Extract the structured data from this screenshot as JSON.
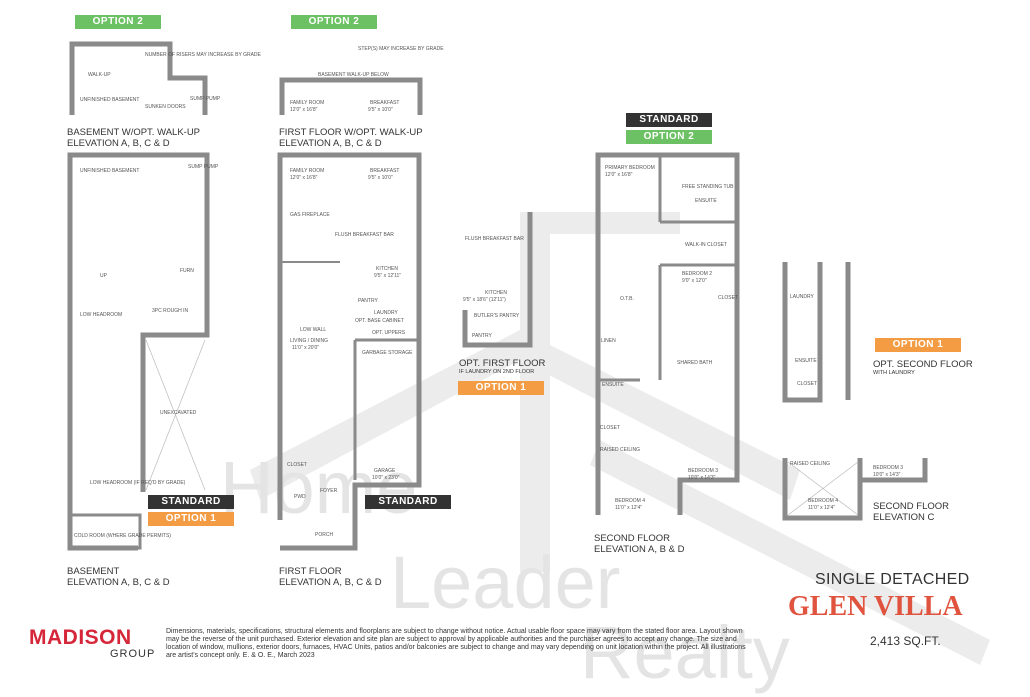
{
  "badges": {
    "option1": "OPTION 1",
    "option2": "OPTION 2",
    "standard": "STANDARD"
  },
  "watermark": {
    "line1": "Home",
    "line2": "Leader",
    "line3": "Realty"
  },
  "plans": {
    "basement_walkup": {
      "title": "BASEMENT W/OPT. WALK-UP",
      "subtitle": "ELEVATION A, B, C & D",
      "rooms": [
        "WALK-UP",
        "UNFINISHED BASEMENT",
        "NUMBER OF RISERS MAY INCREASE BY GRADE",
        "SUNKEN DOORS",
        "SUMP PUMP"
      ]
    },
    "first_walkup": {
      "title": "FIRST FLOOR W/OPT. WALK-UP",
      "subtitle": "ELEVATION A, B, C & D",
      "rooms": [
        "BASEMENT WALK-UP BELOW",
        "FAMILY ROOM",
        "12'0\" x 16'8\"",
        "BREAKFAST",
        "9'5\" x 10'0\"",
        "STEP(S) MAY INCREASE BY GRADE"
      ]
    },
    "basement": {
      "title": "BASEMENT",
      "subtitle": "ELEVATION A, B, C & D",
      "rooms": [
        "UNFINISHED BASEMENT",
        "SUMP PUMP",
        "FURN",
        "3PC ROUGH IN",
        "LOW HEADROOM",
        "UNEXCAVATED",
        "LOW HEADROOM (IF REQ'D BY GRADE)",
        "COLD ROOM (WHERE GRADE PERMITS)",
        "UP"
      ]
    },
    "first": {
      "title": "FIRST FLOOR",
      "subtitle": "ELEVATION A, B, C & D",
      "rooms": [
        "FAMILY ROOM",
        "12'0\" x 16'8\"",
        "BREAKFAST",
        "9'5\" x 10'0\"",
        "GAS FIREPLACE",
        "KITCHEN",
        "9'5\" x 12'11\"",
        "PANTRY",
        "LAUNDRY",
        "OPT. BASE CABINET",
        "OPT. UPPERS",
        "LIVING / DINING",
        "11'0\" x 20'0\"",
        "LOW WALL",
        "GARBAGE STORAGE",
        "GARAGE",
        "10'0\" x 23'0\"",
        "FOYER",
        "PWD",
        "CLOSET",
        "PORCH",
        "FLUSH BREAKFAST BAR"
      ]
    },
    "opt_first": {
      "title": "OPT. FIRST FLOOR",
      "subtitle": "IF LAUNDRY ON 2ND FLOOR",
      "rooms": [
        "KITCHEN",
        "9'5\" x 18'6\" (12'11\")",
        "BUTLER'S PANTRY",
        "PANTRY",
        "FLUSH BREAKFAST BAR"
      ]
    },
    "second": {
      "title": "SECOND FLOOR",
      "subtitle": "ELEVATION A, B & D",
      "rooms": [
        "PRIMARY BEDROOM",
        "12'0\" x 16'8\"",
        "FREE STANDING TUB",
        "ENSUITE",
        "WALK-IN CLOSET",
        "BEDROOM 2",
        "9'0\" x 12'0\"",
        "CLOSET",
        "O.T.B.",
        "LINEN",
        "SHARED BATH",
        "ENSUITE",
        "CLOSET",
        "RAISED CEILING",
        "BEDROOM 3",
        "10'0\" x 14'3\"",
        "BEDROOM 4",
        "11'0\" x 12'4\""
      ]
    },
    "opt_second": {
      "title": "OPT. SECOND FLOOR",
      "subtitle": "WITH LAUNDRY",
      "rooms": [
        "LAUNDRY",
        "ENSUITE",
        "CLOSET"
      ]
    },
    "second_c": {
      "title": "SECOND FLOOR",
      "subtitle": "ELEVATION C",
      "rooms": [
        "RAISED CEILING",
        "BEDROOM 3",
        "10'0\" x 14'3\"",
        "BEDROOM 4",
        "11'0\" x 12'4\""
      ]
    }
  },
  "model": {
    "type": "SINGLE DETACHED",
    "name": "GLEN VILLA",
    "area": "2,413 SQ.FT."
  },
  "brand": {
    "name": "MADISON",
    "sub": "GROUP"
  },
  "disclaimer": "Dimensions, materials, specifications, structural elements and floorplans are subject to change without notice. Actual usable floor space may vary from the stated floor area. Layout shown may be the reverse of the unit purchased. Exterior elevation and site plan are subject to approval by applicable authorities and the purchaser agrees to accept any change. The size and location of window, mullions, exterior doors, furnaces, HVAC Units, patios and/or balconies are subject to change and may vary depending on unit location within the project. All illustrations are artist's concept only. E. & O. E., March 2023",
  "colors": {
    "green": "#6cc164",
    "orange": "#f39c44",
    "dark": "#333333",
    "red": "#e0533f",
    "brand_red": "#d6263a"
  }
}
